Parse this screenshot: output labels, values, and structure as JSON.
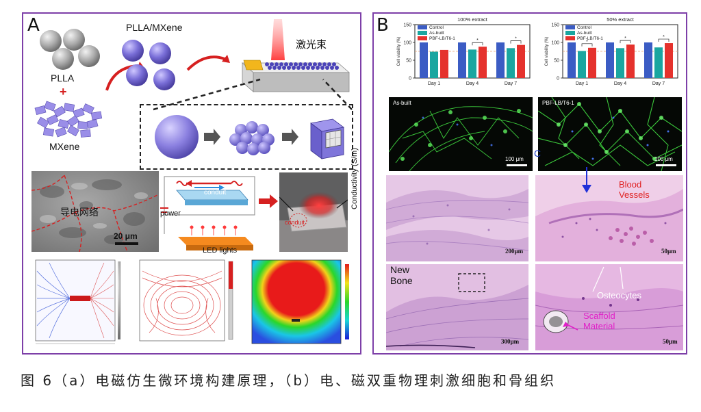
{
  "panel_a": {
    "letter": "A",
    "pla_label": "PLLA",
    "plus": "+",
    "mxene_label": "MXene",
    "composite_label": "PLLA/MXene",
    "laser_label": "激光束",
    "sem_label": "导电网络",
    "sem_scale": "20 μm",
    "circuit": {
      "conduit_label": "conduit",
      "power_label": "power",
      "led_label": "LED lights"
    },
    "photo_conduit_label": "conduit",
    "conductivity_label": "Conductivity (S/m)",
    "colors": {
      "frame": "#7d3fa8",
      "sphere": "#7a6fd8",
      "mxene": "#9a8ee8",
      "dash_line": "#d62020",
      "arrow": "#d62020"
    }
  },
  "panel_b": {
    "letter": "B",
    "chart_legend": [
      "Control",
      "As-built",
      "PBF-LB/T6-1"
    ],
    "micro_tags": [
      "As-built",
      "PBF-LB/T6-1"
    ],
    "micro_scales": [
      "100 μm",
      "100 μm"
    ],
    "c_marker": "C",
    "hist": {
      "new_bone": "New\nBone",
      "blood_vessels": "Blood\nVessels",
      "osteocytes": "Osteocytes",
      "scaffold": "Scaffold\nMaterial",
      "scales": [
        "200μm",
        "50μm",
        "300μm",
        "50μm"
      ]
    }
  },
  "chart_data": [
    {
      "type": "bar",
      "title": "100% extract",
      "ylabel": "Cell viability (%)",
      "categories": [
        "Day 1",
        "Day 4",
        "Day 7"
      ],
      "ylim": [
        0,
        150
      ],
      "yticks": [
        0,
        50,
        100,
        150
      ],
      "reference_line": 75,
      "legend_position": "top-left",
      "series": [
        {
          "name": "Control",
          "color": "#3b5cc4",
          "values": [
            100,
            100,
            100
          ]
        },
        {
          "name": "As-built",
          "color": "#1aa6a0",
          "values": [
            74,
            80,
            84
          ]
        },
        {
          "name": "PBF-LB/T6-1",
          "color": "#e5322d",
          "values": [
            79,
            88,
            93
          ]
        }
      ],
      "significance": [
        "",
        "*",
        "*"
      ]
    },
    {
      "type": "bar",
      "title": "50% extract",
      "ylabel": "Cell viability (%)",
      "categories": [
        "Day 1",
        "Day 4",
        "Day 7"
      ],
      "ylim": [
        0,
        150
      ],
      "yticks": [
        0,
        50,
        100,
        150
      ],
      "reference_line": 75,
      "legend_position": "top-left",
      "series": [
        {
          "name": "Control",
          "color": "#3b5cc4",
          "values": [
            100,
            100,
            100
          ]
        },
        {
          "name": "As-built",
          "color": "#1aa6a0",
          "values": [
            76,
            84,
            86
          ]
        },
        {
          "name": "PBF-LB/T6-1",
          "color": "#e5322d",
          "values": [
            85,
            94,
            98
          ]
        }
      ],
      "significance": [
        "*",
        "*",
        "*"
      ]
    }
  ],
  "caption": "图 6（a）电磁仿生微环境构建原理，（b）电、磁双重物理刺激细胞和骨组织"
}
